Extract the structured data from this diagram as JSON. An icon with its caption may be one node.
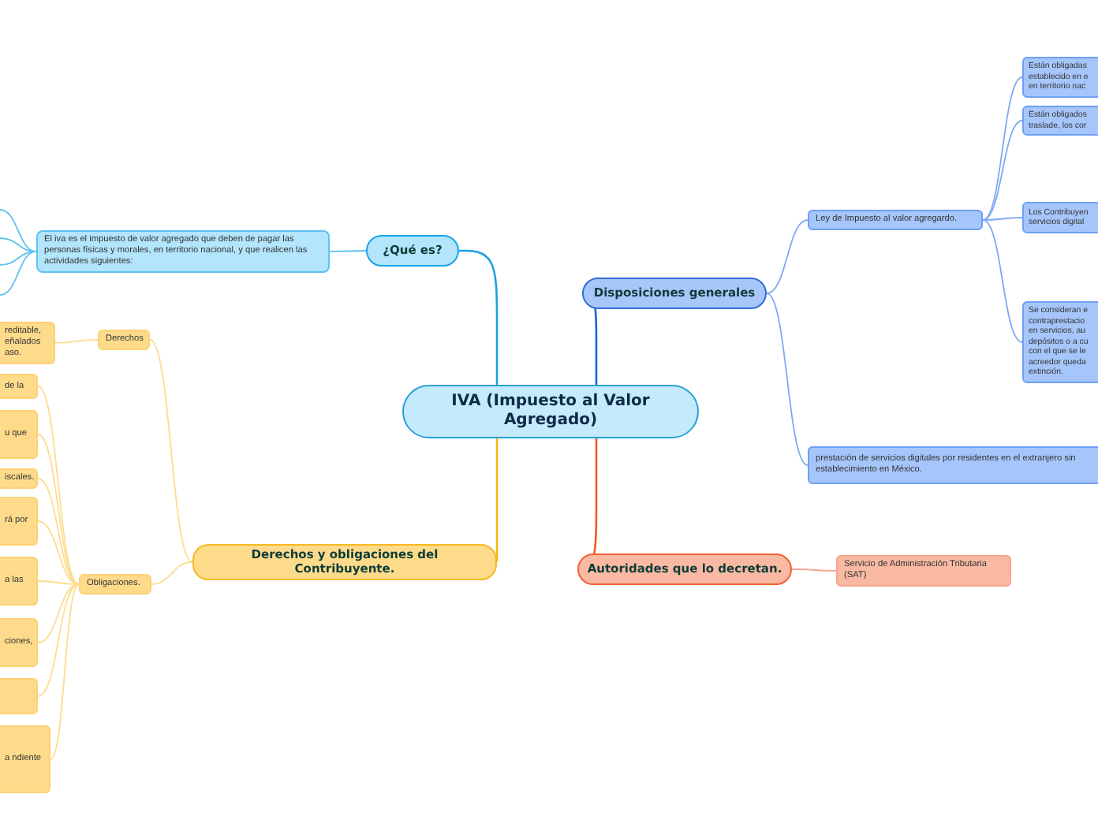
{
  "diagram": {
    "nodes": [
      {
        "text": [
          "IVA (Impuesto al Valor Agregado)"
        ]
      },
      {
        "text": [
          "¿Qué es?"
        ]
      },
      {
        "text": [
          "El iva es el impuesto de valor agregado que deben de pagar las personas físicas y morales, en territorio nacional, y que realicen las actividades siguientes:"
        ]
      },
      {
        "text": [
          "Disposiciones generales"
        ]
      },
      {
        "text": [
          "Ley de Impuesto al valor agregardo."
        ]
      },
      {
        "text": [
          "Están obligadas establecido en e en territorio nac"
        ]
      },
      {
        "text": [
          "Están obligados traslade, los cor"
        ]
      },
      {
        "text": [
          "Los Contribuyen servicios digital"
        ]
      },
      {
        "text": [
          "Se consideran e contraprestacio en servicios, au depósitos o a cu con el que se le acreedor queda extinción."
        ]
      },
      {
        "text": [
          "prestación de servicios digitales por residentes en el extranjero sin establecimiento en México."
        ]
      },
      {
        "text": [
          "Derechos y obligaciones del Contribuyente."
        ]
      },
      {
        "text": [
          "Derechos"
        ]
      },
      {
        "text": [
          "reditable, eñalados aso."
        ]
      },
      {
        "text": [
          "Obligaciones."
        ]
      },
      {
        "text": [
          "de la"
        ]
      },
      {
        "text": [
          "u que"
        ]
      },
      {
        "text": [
          "iscales."
        ]
      },
      {
        "text": [
          "rá por"
        ]
      },
      {
        "text": [
          "a las"
        ]
      },
      {
        "text": [
          "ciones,"
        ]
      },
      {
        "text": [],
        "shape": "box"
      },
      {
        "text": [
          "a ndiente"
        ]
      },
      {
        "text": [
          "Autoridades que lo decretan."
        ]
      },
      {
        "text": [
          "Servicio de Administración Tributaria (SAT)"
        ]
      }
    ],
    "edges": [
      {
        "from": 0,
        "to": 1,
        "arrow": "none",
        "color": "#1ba1e2"
      },
      {
        "from": 1,
        "to": 2,
        "arrow": "none",
        "color": "#5cc3f0"
      },
      {
        "from": 2,
        "to": null,
        "arrow": "none",
        "color": "#5cc3f0"
      },
      {
        "from": 2,
        "to": null,
        "arrow": "none",
        "color": "#5cc3f0"
      },
      {
        "from": 2,
        "to": null,
        "arrow": "none",
        "color": "#5cc3f0"
      },
      {
        "from": 2,
        "to": null,
        "arrow": "none",
        "color": "#5cc3f0"
      },
      {
        "from": 0,
        "to": 3,
        "arrow": "none",
        "color": "#1565d8"
      },
      {
        "from": 3,
        "to": 4,
        "arrow": "none",
        "color": "#7fa9f2"
      },
      {
        "from": 4,
        "to": 5,
        "arrow": "none",
        "color": "#7fa9f2"
      },
      {
        "from": 4,
        "to": 6,
        "arrow": "none",
        "color": "#7fa9f2"
      },
      {
        "from": 4,
        "to": 7,
        "arrow": "none",
        "color": "#7fa9f2"
      },
      {
        "from": 4,
        "to": 8,
        "arrow": "none",
        "color": "#7fa9f2"
      },
      {
        "from": 3,
        "to": 9,
        "arrow": "none",
        "color": "#7fa9f2"
      },
      {
        "from": 0,
        "to": 10,
        "arrow": "none",
        "color": "#fbb714"
      },
      {
        "from": 10,
        "to": 11,
        "arrow": "none",
        "color": "#fddc8f"
      },
      {
        "from": 11,
        "to": 12,
        "arrow": "none",
        "color": "#fddc8f"
      },
      {
        "from": 10,
        "to": 13,
        "arrow": "none",
        "color": "#fddc8f"
      },
      {
        "from": 13,
        "to": 14,
        "arrow": "none",
        "color": "#fddc8f"
      },
      {
        "from": 13,
        "to": 15,
        "arrow": "none",
        "color": "#fddc8f"
      },
      {
        "from": 13,
        "to": 16,
        "arrow": "none",
        "color": "#fddc8f"
      },
      {
        "from": 13,
        "to": 17,
        "arrow": "none",
        "color": "#fddc8f"
      },
      {
        "from": 13,
        "to": 18,
        "arrow": "none",
        "color": "#fddc8f"
      },
      {
        "from": 13,
        "to": 19,
        "arrow": "none",
        "color": "#fddc8f"
      },
      {
        "from": 13,
        "to": 20,
        "arrow": "none",
        "color": "#fddc8f"
      },
      {
        "from": 13,
        "to": 21,
        "arrow": "none",
        "color": "#fddc8f"
      },
      {
        "from": 0,
        "to": 22,
        "arrow": "none",
        "color": "#f15a24"
      },
      {
        "from": 22,
        "to": 23,
        "arrow": "none",
        "color": "#f7a58b"
      }
    ]
  }
}
